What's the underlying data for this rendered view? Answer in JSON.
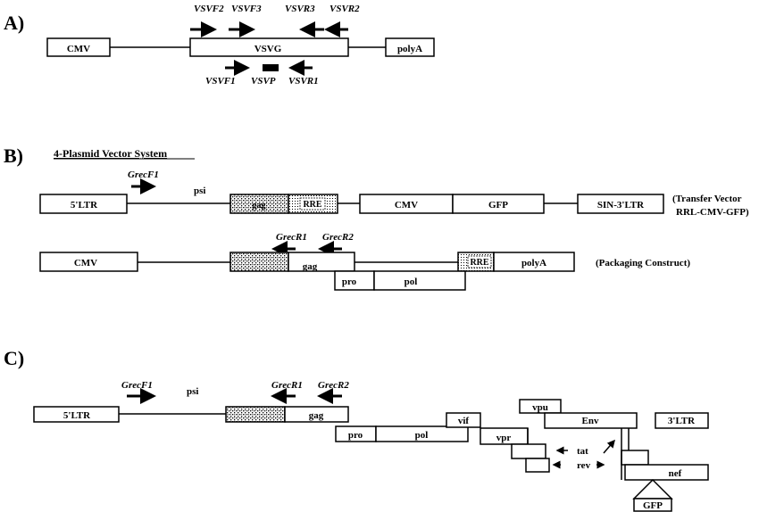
{
  "panels": {
    "a": {
      "letter": "A)"
    },
    "b": {
      "letter": "B)",
      "heading": "4-Plasmid Vector System"
    },
    "c": {
      "letter": "C)"
    }
  },
  "panel_a": {
    "cmv": "CMV",
    "vsvg": "VSVG",
    "polya": "polyA",
    "primers": {
      "vsvf2": "VSVF2",
      "vsvf3": "VSVF3",
      "vsvr3": "VSVR3",
      "vsvr2": "VSVR2",
      "vsvf1": "VSVF1",
      "vsvp": "VSVP",
      "vsvr1": "VSVR1"
    }
  },
  "panel_b": {
    "transfer": {
      "ltr5": "5'LTR",
      "psi": "psi",
      "grecf1": "GrecF1",
      "gag": "gag",
      "rre": "RRE",
      "cmv": "CMV",
      "gfp": "GFP",
      "sin_ltr": "SIN-3'LTR",
      "caption_1": "(Transfer Vector",
      "caption_2": "RRL-CMV-GFP)"
    },
    "packaging": {
      "cmv": "CMV",
      "grecr1": "GrecR1",
      "grecr2": "GrecR2",
      "gag": "gag",
      "rre": "RRE",
      "polya": "polyA",
      "pro": "pro",
      "pol": "pol",
      "caption": "(Packaging Construct)"
    }
  },
  "panel_c": {
    "ltr5": "5'LTR",
    "psi": "psi",
    "grecf1": "GrecF1",
    "grecr1": "GrecR1",
    "grecr2": "GrecR2",
    "gag": "gag",
    "pro": "pro",
    "pol": "pol",
    "vif": "vif",
    "vpr": "vpr",
    "vpu": "vpu",
    "env": "Env",
    "ltr3": "3'LTR",
    "tat": "tat",
    "rev": "rev",
    "nef": "nef",
    "gfp": "GFP"
  }
}
